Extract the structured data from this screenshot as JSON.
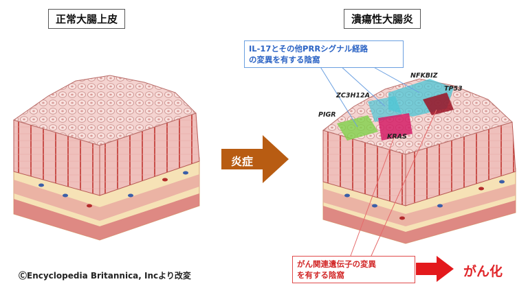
{
  "titles": {
    "normal": "正常大腸上皮",
    "uc": "潰瘍性大腸炎"
  },
  "arrow_label": "炎症",
  "callouts": {
    "il17_line1": "IL-17とその他PRRシグナル経路",
    "il17_line2": "の変異を有する陰窩",
    "cancer_line1": "がん関連遺伝子の変異",
    "cancer_line2": "を有する陰窩"
  },
  "genes": {
    "nfkbiz": "NFKBIZ",
    "tp53": "TP53",
    "zc3h12a": "ZC3H12A",
    "pigr": "PIGR",
    "kras": "KRAS"
  },
  "cancer_result": "がん化",
  "copyright": "ⒸEncyclopedia Britannica, Incより改変",
  "colors": {
    "arrow_brown": "#b85c12",
    "arrow_red": "#e3191c",
    "callout_blue": "#2b63c4",
    "callout_red": "#d22a2a",
    "tissue_pink": "#f3c9c6",
    "crypt_green": "#7fd24a",
    "crypt_cyan": "#4bc6d6",
    "crypt_magenta": "#d41e67",
    "crypt_dark_red": "#9b1224"
  }
}
